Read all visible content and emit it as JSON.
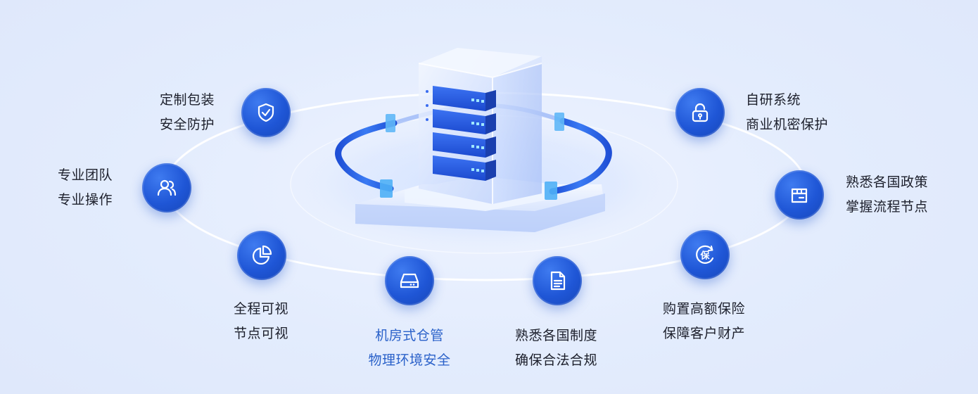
{
  "colors": {
    "node_primary": "#1f56d6",
    "active_text": "#2a61c9",
    "text": "#1c1f2b",
    "background": "#e3ecfd"
  },
  "center": {
    "icon": "server-rack-icon"
  },
  "features": [
    {
      "id": "custom-packaging",
      "icon": "shield-check-icon",
      "line1": "定制包装",
      "line2": "安全防护"
    },
    {
      "id": "professional-team",
      "icon": "users-icon",
      "line1": "专业团队",
      "line2": "专业操作"
    },
    {
      "id": "full-visibility",
      "icon": "pie-chart-icon",
      "line1": "全程可视",
      "line2": "节点可视"
    },
    {
      "id": "datacenter-storage",
      "icon": "storage-drive-icon",
      "line1": "机房式仓管",
      "line2": "物理环境安全",
      "active": true
    },
    {
      "id": "regulations",
      "icon": "document-icon",
      "line1": "熟悉各国制度",
      "line2": "确保合法合规"
    },
    {
      "id": "insurance",
      "icon": "insurance-bao-icon",
      "line1": "购置高额保险",
      "line2": "保障客户财产"
    },
    {
      "id": "policies",
      "icon": "package-box-icon",
      "line1": "熟悉各国政策",
      "line2": "掌握流程节点"
    },
    {
      "id": "privacy",
      "icon": "lock-icon",
      "line1": "自研系统",
      "line2": "商业机密保护"
    }
  ]
}
